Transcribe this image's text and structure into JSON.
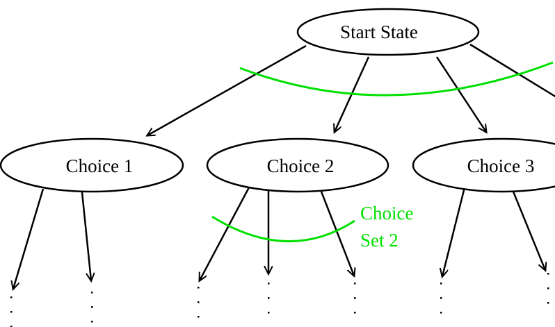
{
  "nodes": {
    "root": "Start State",
    "choice1": "Choice 1",
    "choice2": "Choice 2",
    "choice3": "Choice 3"
  },
  "annotations": {
    "choice_set_line1": "Choice",
    "choice_set_line2": "Set 2"
  },
  "colors": {
    "choice_set": "#00e000",
    "stroke": "#000000"
  }
}
